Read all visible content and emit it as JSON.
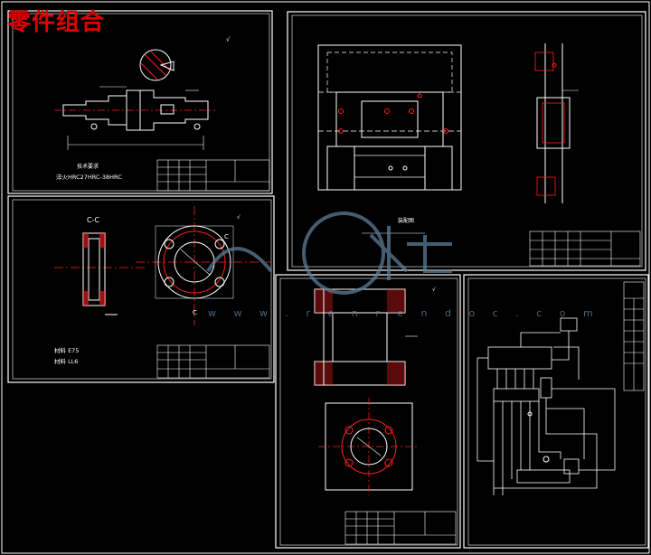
{
  "title": "零件组合",
  "watermark": {
    "url": "w w w . r e n r e n d o c . c o m"
  },
  "sheets": {
    "shaft": {
      "note": "淬火HRC27HRC-38HRC",
      "caption": "技术要求"
    },
    "flange": {
      "section": "C-C",
      "note1": "材料 E75",
      "note2": "材料 LL6",
      "mark_c": "C"
    },
    "assembly": {
      "caption": "装配图"
    },
    "bracket": {},
    "schematic": {}
  },
  "colors": {
    "line": "#ffffff",
    "red": "#ff2020",
    "title": "#e00000",
    "watermark": "#5b7d96"
  }
}
